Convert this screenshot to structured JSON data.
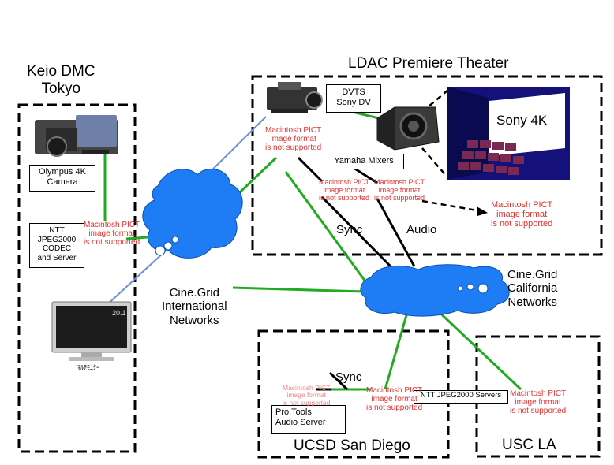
{
  "sites": {
    "keio": "Keio DMC\nTokyo",
    "ldac": "LDAC Premiere Theater",
    "ucsd": "UCSD San Diego",
    "usc": "USC LA"
  },
  "networks": {
    "international": "Cine.Grid\nInternational\nNetworks",
    "california": "Cine.Grid\nCalifornia\nNetworks"
  },
  "devices": {
    "dvts": "DVTS\nSony DV",
    "sony4k": "Sony 4K",
    "yamaha": "Yamaha Mixers",
    "olympus": "Olympus 4K\nCamera",
    "ntt_codec": "NTT\nJPEG2000\nCODEC\nand Server",
    "ntt_servers": "NTT JPEG2000 Servers",
    "protools": "Pro.Tools\nAudio Server",
    "monitor_brand": "20.1",
    "monitor_caption": "ﾏﾙﾁﾓﾆﾀｰ"
  },
  "signals": {
    "sync_top": "Sync",
    "audio": "Audio",
    "sync_bottom": "Sync"
  },
  "placeholder": "Macintosh PICT\nimage format\nis not supported",
  "colors": {
    "green": "#22aa22",
    "blue": "#6a8fd8",
    "cloud": "#1e7df5",
    "red": "#e03030"
  }
}
